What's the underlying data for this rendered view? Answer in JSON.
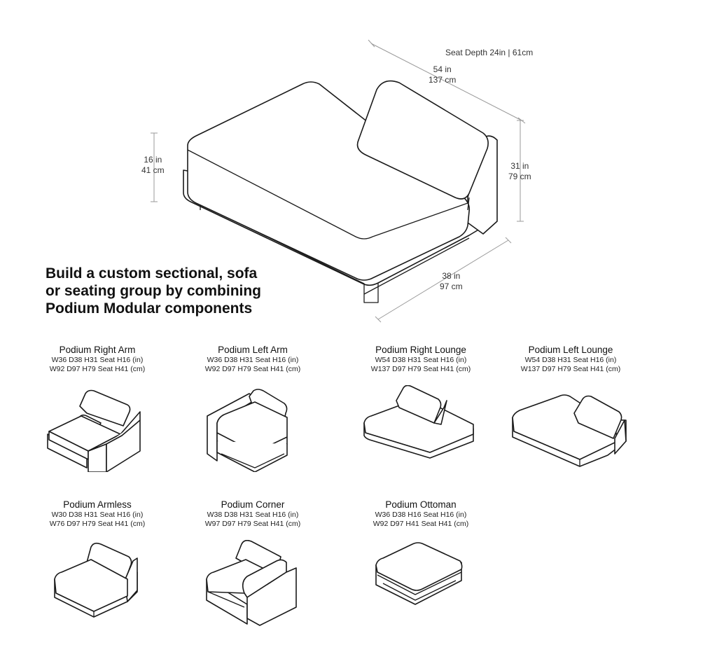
{
  "hero": {
    "seat_depth": "Seat Depth 24in | 61cm",
    "width_in": "54 in",
    "width_cm": "137 cm",
    "seat_height_in": "16 in",
    "seat_height_cm": "41 cm",
    "height_in": "31 in",
    "height_cm": "79 cm",
    "depth_in": "38 in",
    "depth_cm": "97 cm"
  },
  "headline": {
    "line1": "Build a custom sectional, sofa",
    "line2": "or seating group by combining",
    "line3": "Podium Modular components"
  },
  "modules": [
    {
      "name": "Podium Right Arm",
      "spec_in": "W36 D38 H31 Seat H16 (in)",
      "spec_cm": "W92 D97 H79 Seat H41 (cm)",
      "icon": "right-arm-module-icon"
    },
    {
      "name": "Podium Left Arm",
      "spec_in": "W36 D38 H31 Seat H16 (in)",
      "spec_cm": "W92 D97 H79 Seat H41 (cm)",
      "icon": "left-arm-module-icon"
    },
    {
      "name": "Podium Right Lounge",
      "spec_in": "W54 D38 H31 Seat H16 (in)",
      "spec_cm": "W137 D97 H79 Seat H41 (cm)",
      "icon": "right-lounge-module-icon"
    },
    {
      "name": "Podium Left Lounge",
      "spec_in": "W54 D38 H31 Seat H16 (in)",
      "spec_cm": "W137 D97 H79 Seat H41 (cm)",
      "icon": "left-lounge-module-icon"
    },
    {
      "name": "Podium Armless",
      "spec_in": "W30 D38 H31 Seat H16 (in)",
      "spec_cm": "W76 D97 H79 Seat H41 (cm)",
      "icon": "armless-module-icon"
    },
    {
      "name": "Podium Corner",
      "spec_in": "W38 D38 H31 Seat H16 (in)",
      "spec_cm": "W97 D97 H79 Seat H41 (cm)",
      "icon": "corner-module-icon"
    },
    {
      "name": "Podium Ottoman",
      "spec_in": "W36 D38 H16 Seat H16 (in)",
      "spec_cm": "W92 D97 H41 Seat H41 (cm)",
      "icon": "ottoman-module-icon"
    }
  ]
}
